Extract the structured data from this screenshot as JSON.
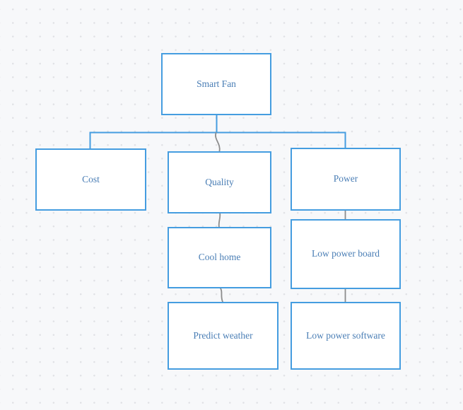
{
  "canvas": {
    "background_color": "#f7f8fa",
    "grid_dot_color": "#e0e1e5"
  },
  "diagram": {
    "nodes": [
      {
        "id": "smart-fan",
        "label": "Smart Fan"
      },
      {
        "id": "cost",
        "label": "Cost"
      },
      {
        "id": "quality",
        "label": "Quality"
      },
      {
        "id": "power",
        "label": "Power"
      },
      {
        "id": "cool-home",
        "label": "Cool home"
      },
      {
        "id": "low-power-board",
        "label": "Low power board"
      },
      {
        "id": "predict-weather",
        "label": "Predict weather"
      },
      {
        "id": "low-power-software",
        "label": "Low power software"
      }
    ],
    "edges": [
      {
        "from": "smart-fan",
        "to": "cost",
        "style": "blue-orthogonal"
      },
      {
        "from": "smart-fan",
        "to": "quality",
        "style": "gray-freehand"
      },
      {
        "from": "smart-fan",
        "to": "power",
        "style": "blue-orthogonal"
      },
      {
        "from": "quality",
        "to": "cool-home",
        "style": "gray-freehand"
      },
      {
        "from": "cool-home",
        "to": "predict-weather",
        "style": "gray-freehand"
      },
      {
        "from": "power",
        "to": "low-power-board",
        "style": "gray-straight"
      },
      {
        "from": "low-power-board",
        "to": "low-power-software",
        "style": "gray-straight"
      }
    ],
    "style": {
      "node_border_color": "#459de0",
      "node_fill_color": "#ffffff",
      "label_color": "#4a7eb5",
      "edge_primary_color": "#459de0",
      "edge_secondary_color": "#8c8c8c"
    }
  }
}
